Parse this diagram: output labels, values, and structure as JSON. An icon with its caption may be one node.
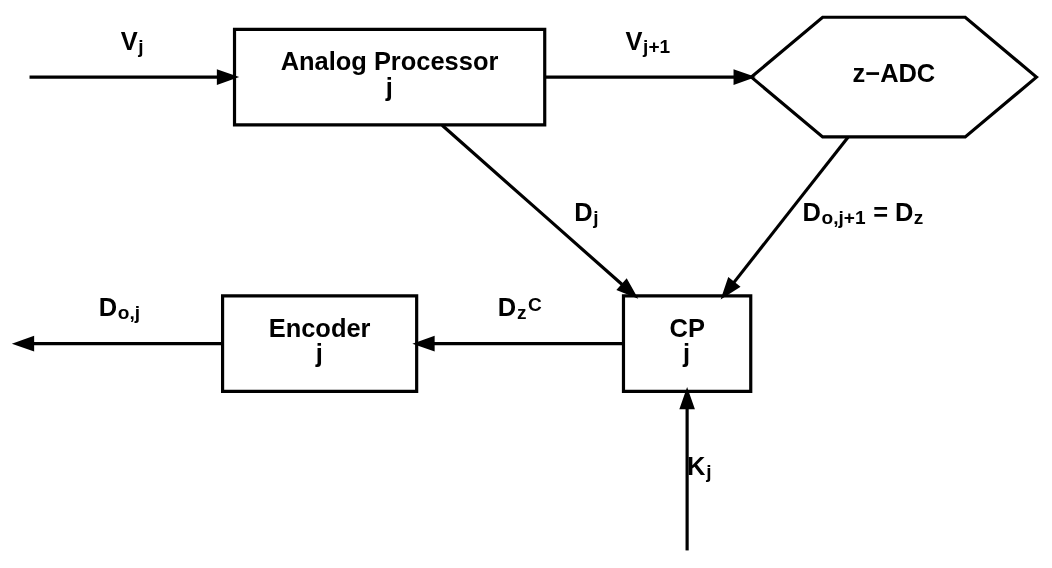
{
  "diagram": {
    "nodes": [
      {
        "text": [
          "Analog Processor",
          "j"
        ]
      },
      {
        "text": [
          "z−ADC"
        ]
      },
      {
        "text": [
          "CP",
          "j"
        ]
      },
      {
        "text": [
          "Encoder",
          "j"
        ]
      }
    ],
    "edges": [
      {
        "from": null,
        "to": 0,
        "arrow": "to",
        "label": "V$_{j}$"
      },
      {
        "from": 0,
        "to": 1,
        "arrow": "to",
        "label": "V$_{j+1}$"
      },
      {
        "from": 0,
        "to": 2,
        "arrow": "to",
        "label": "D$_{j}$"
      },
      {
        "from": 1,
        "to": 2,
        "arrow": "to",
        "label": "D$_{o,j+1}$ = D$_{z}$"
      },
      {
        "from": 2,
        "to": 3,
        "arrow": "to",
        "label": "D$_{z}$$^{C}$"
      },
      {
        "from": 3,
        "to": null,
        "arrow": "to",
        "label": "D$_{o,j}$"
      },
      {
        "from": null,
        "to": 2,
        "arrow": "to",
        "label": "K$_{j}$"
      }
    ]
  }
}
